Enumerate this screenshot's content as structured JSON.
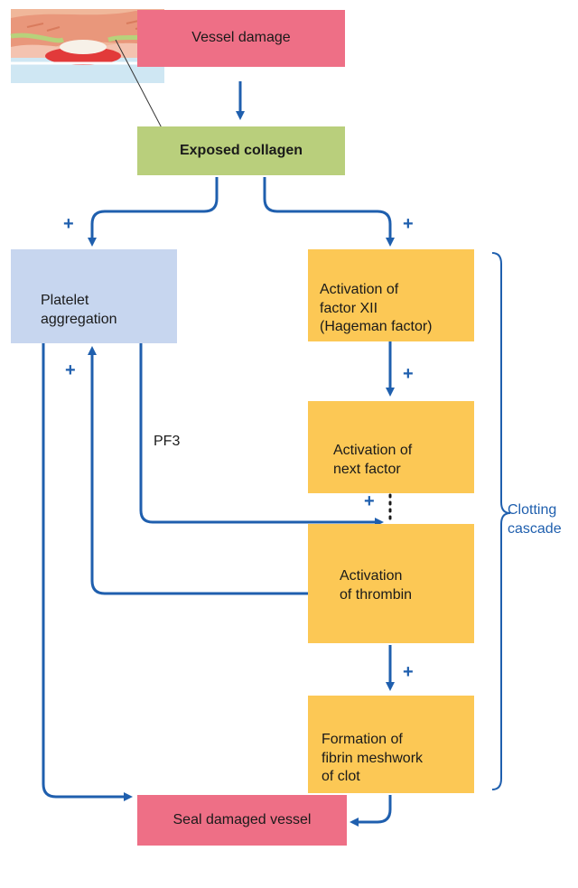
{
  "boxes": {
    "vessel_damage": "Vessel damage",
    "exposed_collagen": "Exposed collagen",
    "platelet_aggregation": "Platelet\naggregation",
    "factor_xii": "Activation of\nfactor XII\n(Hageman factor)",
    "next_factor": "Activation of\nnext factor",
    "thrombin": "Activation\nof thrombin",
    "fibrin": "Formation of\nfibrin meshwork\nof clot",
    "seal": "Seal damaged vessel"
  },
  "labels": {
    "pf3": "PF3",
    "clotting_cascade": "Clotting\ncascade",
    "plus": "+"
  },
  "colors": {
    "arrow": "#1f5fae",
    "pink_box": "#ee6f86",
    "green_box": "#b9cf7c",
    "blue_box": "#c7d6ef",
    "yellow_box": "#fcc855"
  }
}
